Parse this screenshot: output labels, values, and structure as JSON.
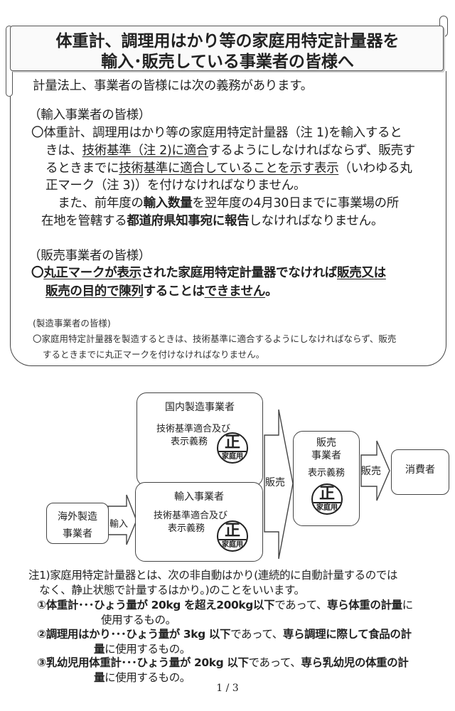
{
  "title": {
    "line1": "体重計、調理用はかり等の家庭用特定計量器を",
    "line2": "輸入･販売している事業者の皆様へ"
  },
  "intro": "計量法上、事業者の皆様には次の義務があります。",
  "importers": {
    "heading": "（輸入事業者の皆様）",
    "lines": [
      [
        {
          "t": "〇体重計、調理用はかり等の家庭用特定計量器（注 1)を輸入すると"
        }
      ],
      [
        {
          "t": "きは、"
        },
        {
          "t": "技術基準（注  2)に適合",
          "u": true
        },
        {
          "t": "するようにしなければならず、販売す"
        }
      ],
      [
        {
          "t": "るときまでに"
        },
        {
          "t": "技術基準に適合していることを示す表示",
          "u": true
        },
        {
          "t": "（いわゆる丸"
        }
      ],
      [
        {
          "t": "正マーク（注 3)）を付けなければなりません。"
        }
      ],
      [
        {
          "t": "　また、前年度の"
        },
        {
          "t": "輸入数量",
          "b": true
        },
        {
          "t": "を翌年度の4月30日までに事業場の所"
        }
      ],
      [
        {
          "t": "在地を管轄する"
        },
        {
          "t": "都道府県知事宛に報告",
          "b": true
        },
        {
          "t": "しなければなりません。"
        }
      ]
    ]
  },
  "sellers": {
    "heading": "（販売事業者の皆様）",
    "lines": [
      [
        {
          "t": "〇"
        },
        {
          "t": "丸正マークが表示",
          "u": true
        },
        {
          "t": "された家庭用特定計量器でなければ"
        },
        {
          "t": "販売又は",
          "u": true
        }
      ],
      [
        {
          "t": "販売の目的で陳列",
          "u": true
        },
        {
          "t": "することは"
        },
        {
          "t": "できません",
          "u": true
        },
        {
          "t": "。"
        }
      ]
    ]
  },
  "manufacturers": {
    "heading": "(製造事業者の皆様)",
    "lines": [
      "〇家庭用特定計量器を製造するときは、技術基準に適合するようにしなければならず、販売",
      "するときまでに丸正マークを付けなければなりません。"
    ]
  },
  "diagram": {
    "domestic": {
      "name": "国内製造事業者",
      "duty1": "技術基準適合及び",
      "duty2": "表示義務"
    },
    "importer": {
      "name": "輸入事業者",
      "duty1": "技術基準適合及び",
      "duty2": "表示義務"
    },
    "overseas": {
      "line1": "海外製造",
      "line2": "事業者"
    },
    "import_arrow": "輸入",
    "sell_arrow1": "販売",
    "seller": {
      "line1": "販売",
      "line2": "事業者",
      "duty": "表示義務"
    },
    "sell_arrow2": "販売",
    "consumer": "消費者",
    "mark": {
      "top": "正",
      "bottom": "家庭用"
    }
  },
  "notes": {
    "lines": [
      [
        {
          "t": "注1)家庭用特定計量器とは、次の非自動はかり(連続的に自動計量するのでは"
        }
      ],
      [
        {
          "t": "　なく、静止状態で計量するはかり。)のことをいいます。"
        }
      ],
      [
        {
          "t": "①体重計･･･ひょう量が 20kg を超え200kg以下",
          "b": true
        },
        {
          "t": "であって、"
        },
        {
          "t": "専ら体重の計量",
          "b": true
        },
        {
          "t": "に"
        }
      ],
      [
        {
          "t": "使用するもの。"
        }
      ],
      [
        {
          "t": "②調理用はかり･･･ひょう量が 3kg 以下",
          "b": true
        },
        {
          "t": "であって、"
        },
        {
          "t": "専ら調理に際して食品の計",
          "b": true
        }
      ],
      [
        {
          "t": "量",
          "b": true
        },
        {
          "t": "に使用するもの。"
        }
      ],
      [
        {
          "t": "③乳幼児用体重計･･･ひょう量が 20kg 以下",
          "b": true
        },
        {
          "t": "であって、"
        },
        {
          "t": "専ら乳幼児の体重の計",
          "b": true
        }
      ],
      [
        {
          "t": "量",
          "b": true
        },
        {
          "t": "に使用するもの。"
        }
      ]
    ]
  },
  "page": "1 / 3"
}
